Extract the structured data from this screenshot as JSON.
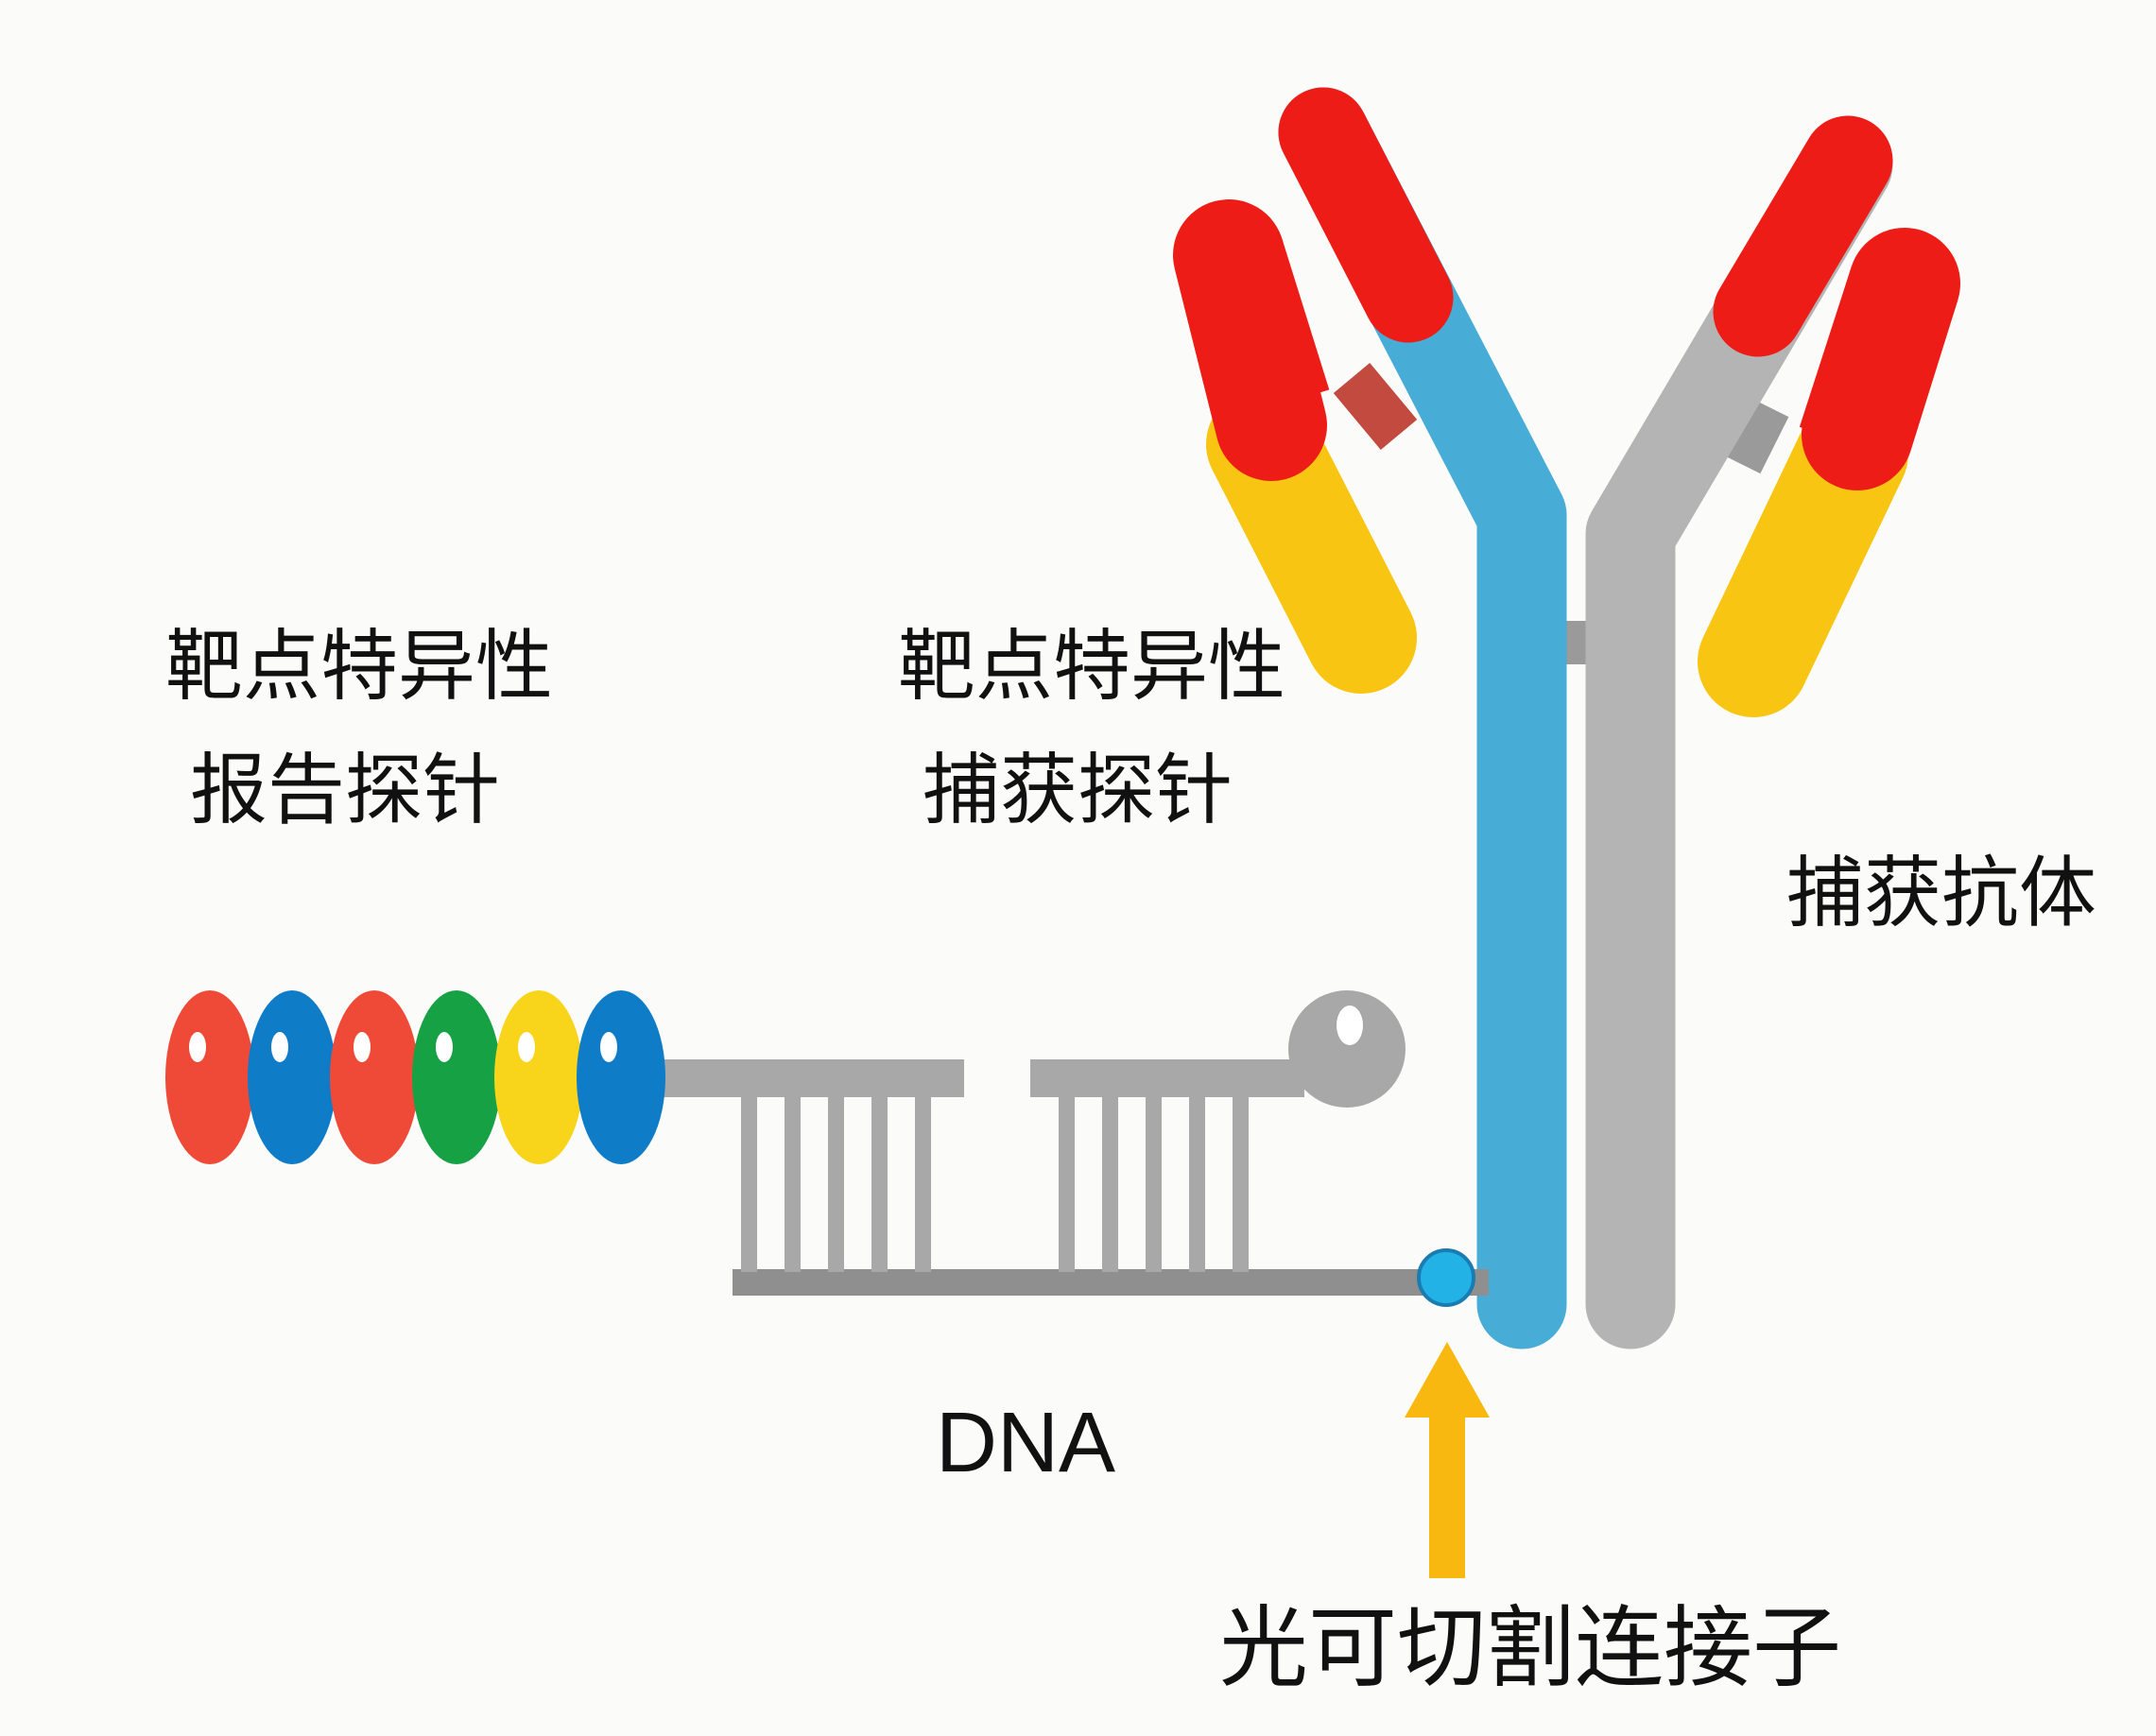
{
  "labels": {
    "reporter_probe": [
      "靶点特异性",
      "报告探针"
    ],
    "capture_probe": [
      "靶点特异性",
      "捕获探针"
    ],
    "capture_antibody": "捕获抗体",
    "dna": "DNA",
    "photocleavable_linker": "光可切割连接子"
  },
  "colors": {
    "background": "#fbfbf9",
    "antibody_heavy_chain_left": "#47acd6",
    "antibody_heavy_chain_right": "#b4b4b4",
    "antibody_variable_red": "#ee1c16",
    "antibody_constant_yellow": "#f8c513",
    "hinge_bridge_left": "#c24a3f",
    "hinge_bridge_right": "#9a9a9a",
    "dna_strand": "#a8a8a8",
    "dna_backbone": "#8f8f8f",
    "linker_bead": "#22b2e6",
    "linker_bead_outline": "#1a7cb0",
    "arrow": "#f8b810",
    "barcode_beads": [
      "#ef4a38",
      "#0e7cc6",
      "#ef4a38",
      "#15a144",
      "#f8d41a",
      "#0e7cc6"
    ]
  }
}
